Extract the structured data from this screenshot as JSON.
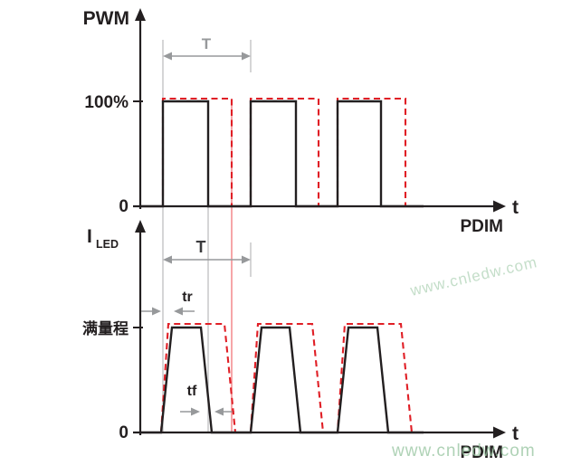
{
  "colors": {
    "waveform_solid": "#231f20",
    "waveform_dashed_red": "#e01f26",
    "measurement_gray": "#97999b",
    "watermark_green": "#95c49e"
  },
  "top_plot": {
    "y_axis_label": "PWM",
    "y_max_label": "100%",
    "origin_label": "0",
    "x_axis_label": "t",
    "x_axis_sublabel": "PDIM",
    "period_label": "T"
  },
  "bottom_plot": {
    "y_axis_label": "I",
    "y_axis_subscript": "LED",
    "full_scale_label": "满量程",
    "origin_label": "0",
    "x_axis_label": "t",
    "x_axis_sublabel": "PDIM",
    "period_label": "T",
    "rise_time_label": "tr",
    "fall_time_label": "tf"
  },
  "watermarks": {
    "middle": "www.cnledw.com",
    "bottom": "www.cnledw.com"
  }
}
